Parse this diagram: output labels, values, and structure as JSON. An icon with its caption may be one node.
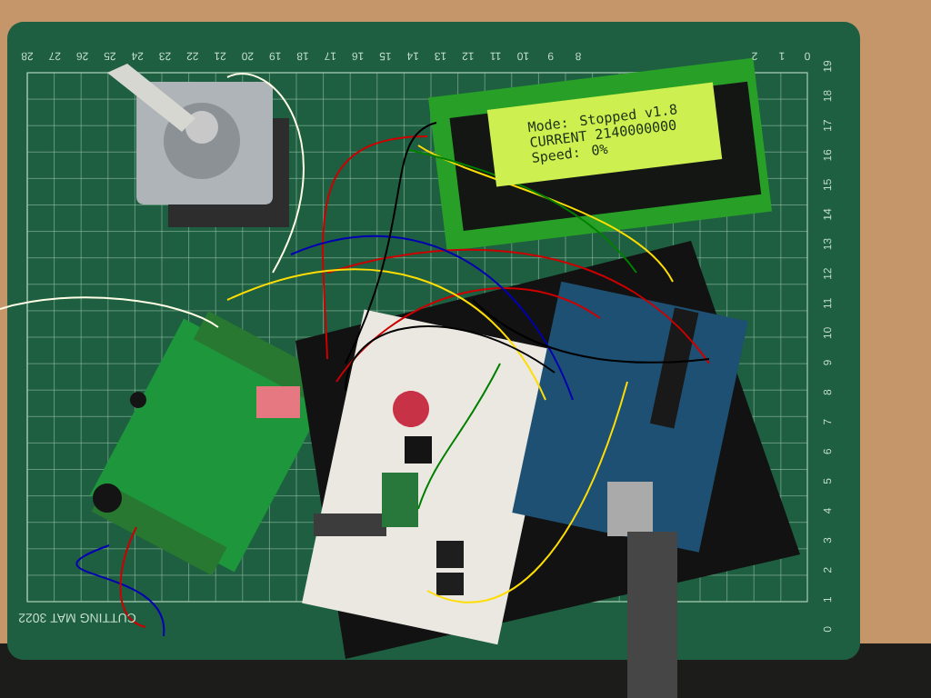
{
  "diagram": {
    "nodes": [
      {
        "text": [
          "Mode: Stopped v1.8",
          "CURRENT 2140000000",
          "Speed: 0%"
        ]
      }
    ],
    "labels": [
      "28",
      "27",
      "26",
      "25",
      "24",
      "23",
      "22",
      "21",
      "20",
      "19",
      "18",
      "17",
      "16",
      "15",
      "14",
      "13",
      "12",
      "11",
      "10",
      "9",
      "8",
      "2",
      "1",
      "0",
      "19",
      "18",
      "17",
      "16",
      "15",
      "14",
      "13",
      "12",
      "11",
      "10",
      "9",
      "8",
      "7",
      "6",
      "5",
      "4",
      "3",
      "2",
      "1",
      "0",
      "CUTTING MAT 3022"
    ]
  }
}
